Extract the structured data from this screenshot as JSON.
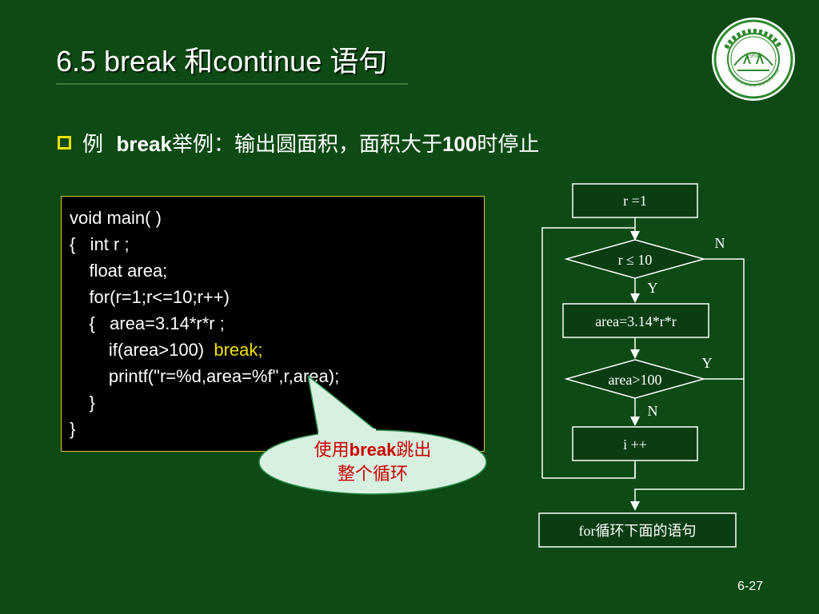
{
  "title": "6.5  break 和continue  语句",
  "logo": {
    "year": "1958",
    "arc_text": "University of Science and Technology of China"
  },
  "bullet": {
    "prefix": "例",
    "keyword": "break",
    "text": "举例：输出圆面积，面积大于",
    "number": "100",
    "suffix": "时停止"
  },
  "code": {
    "line1": "void main( )",
    "line2": "{   int r ;",
    "line3": "    float area;",
    "line4": "    for(r=1;r<=10;r++)",
    "line5": "    {   area=3.14*r*r ;",
    "line6a": "        if(area>100)  ",
    "line6b": "break;",
    "line7": "        printf(\"r=%d,area=%f\",r,area);",
    "line8": "    }",
    "line9": "}"
  },
  "callout": {
    "prefix": "使用",
    "keyword": "break",
    "suffix": "跳出",
    "line2": "整个循环"
  },
  "flowchart": {
    "init": "r =1",
    "condition": "r ≤ 10",
    "body": "area=3.14*r*r",
    "check": "area>100",
    "increment": "i ++",
    "exit": "for循环下面的语句",
    "label_n1": "N",
    "label_y1": "Y",
    "label_y2": "Y",
    "label_n2": "N"
  },
  "page_number": "6-27",
  "colors": {
    "background": "#0d4a14",
    "accent_yellow": "#f2e000",
    "callout_fill": "#d8f0e0",
    "callout_text": "#cc0000",
    "box_fill": "#0b3d12"
  }
}
